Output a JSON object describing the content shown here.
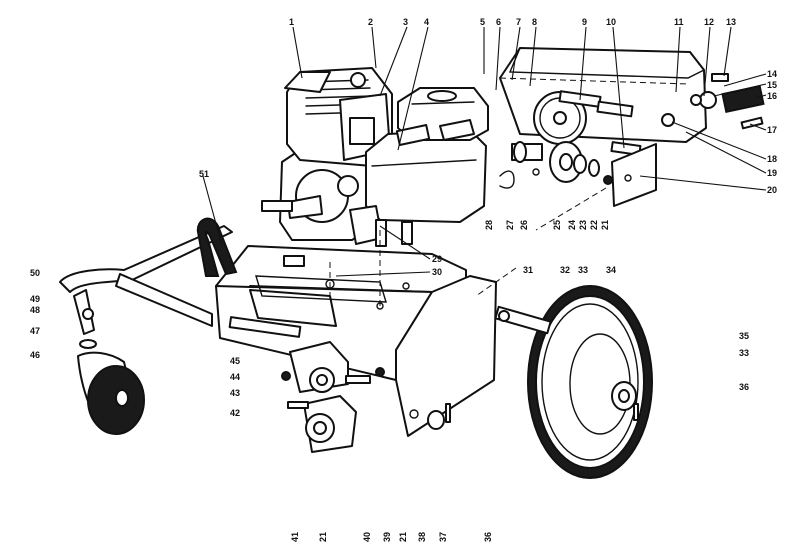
{
  "diagram": {
    "callouts": [
      {
        "id": "c1",
        "text": "1"
      },
      {
        "id": "c2",
        "text": "2"
      },
      {
        "id": "c3",
        "text": "3"
      },
      {
        "id": "c4",
        "text": "4"
      },
      {
        "id": "c5",
        "text": "5"
      },
      {
        "id": "c6",
        "text": "6"
      },
      {
        "id": "c7",
        "text": "7"
      },
      {
        "id": "c8",
        "text": "8"
      },
      {
        "id": "c9",
        "text": "9"
      },
      {
        "id": "c10",
        "text": "10"
      },
      {
        "id": "c11",
        "text": "11"
      },
      {
        "id": "c12",
        "text": "12"
      },
      {
        "id": "c13",
        "text": "13"
      },
      {
        "id": "c14",
        "text": "14"
      },
      {
        "id": "c15",
        "text": "15"
      },
      {
        "id": "c16",
        "text": "16"
      },
      {
        "id": "c17",
        "text": "17"
      },
      {
        "id": "c18",
        "text": "18"
      },
      {
        "id": "c19",
        "text": "19"
      },
      {
        "id": "c20",
        "text": "20"
      },
      {
        "id": "c21a",
        "text": "21"
      },
      {
        "id": "c22",
        "text": "22"
      },
      {
        "id": "c23",
        "text": "23"
      },
      {
        "id": "c24",
        "text": "24"
      },
      {
        "id": "c25",
        "text": "25"
      },
      {
        "id": "c26",
        "text": "26"
      },
      {
        "id": "c27",
        "text": "27"
      },
      {
        "id": "c28",
        "text": "28"
      },
      {
        "id": "c29",
        "text": "29"
      },
      {
        "id": "c30",
        "text": "30"
      },
      {
        "id": "c31",
        "text": "31"
      },
      {
        "id": "c32",
        "text": "32"
      },
      {
        "id": "c33a",
        "text": "33"
      },
      {
        "id": "c34",
        "text": "34"
      },
      {
        "id": "c35",
        "text": "35"
      },
      {
        "id": "c33b",
        "text": "33"
      },
      {
        "id": "c36a",
        "text": "36"
      },
      {
        "id": "c36b",
        "text": "36"
      },
      {
        "id": "c37",
        "text": "37"
      },
      {
        "id": "c38",
        "text": "38"
      },
      {
        "id": "c21b",
        "text": "21"
      },
      {
        "id": "c39",
        "text": "39"
      },
      {
        "id": "c40",
        "text": "40"
      },
      {
        "id": "c21c",
        "text": "21"
      },
      {
        "id": "c41",
        "text": "41"
      },
      {
        "id": "c42",
        "text": "42"
      },
      {
        "id": "c43",
        "text": "43"
      },
      {
        "id": "c44",
        "text": "44"
      },
      {
        "id": "c45",
        "text": "45"
      },
      {
        "id": "c46",
        "text": "46"
      },
      {
        "id": "c47",
        "text": "47"
      },
      {
        "id": "c48",
        "text": "48"
      },
      {
        "id": "c49",
        "text": "49"
      },
      {
        "id": "c50",
        "text": "50"
      },
      {
        "id": "c51",
        "text": "51"
      }
    ]
  }
}
